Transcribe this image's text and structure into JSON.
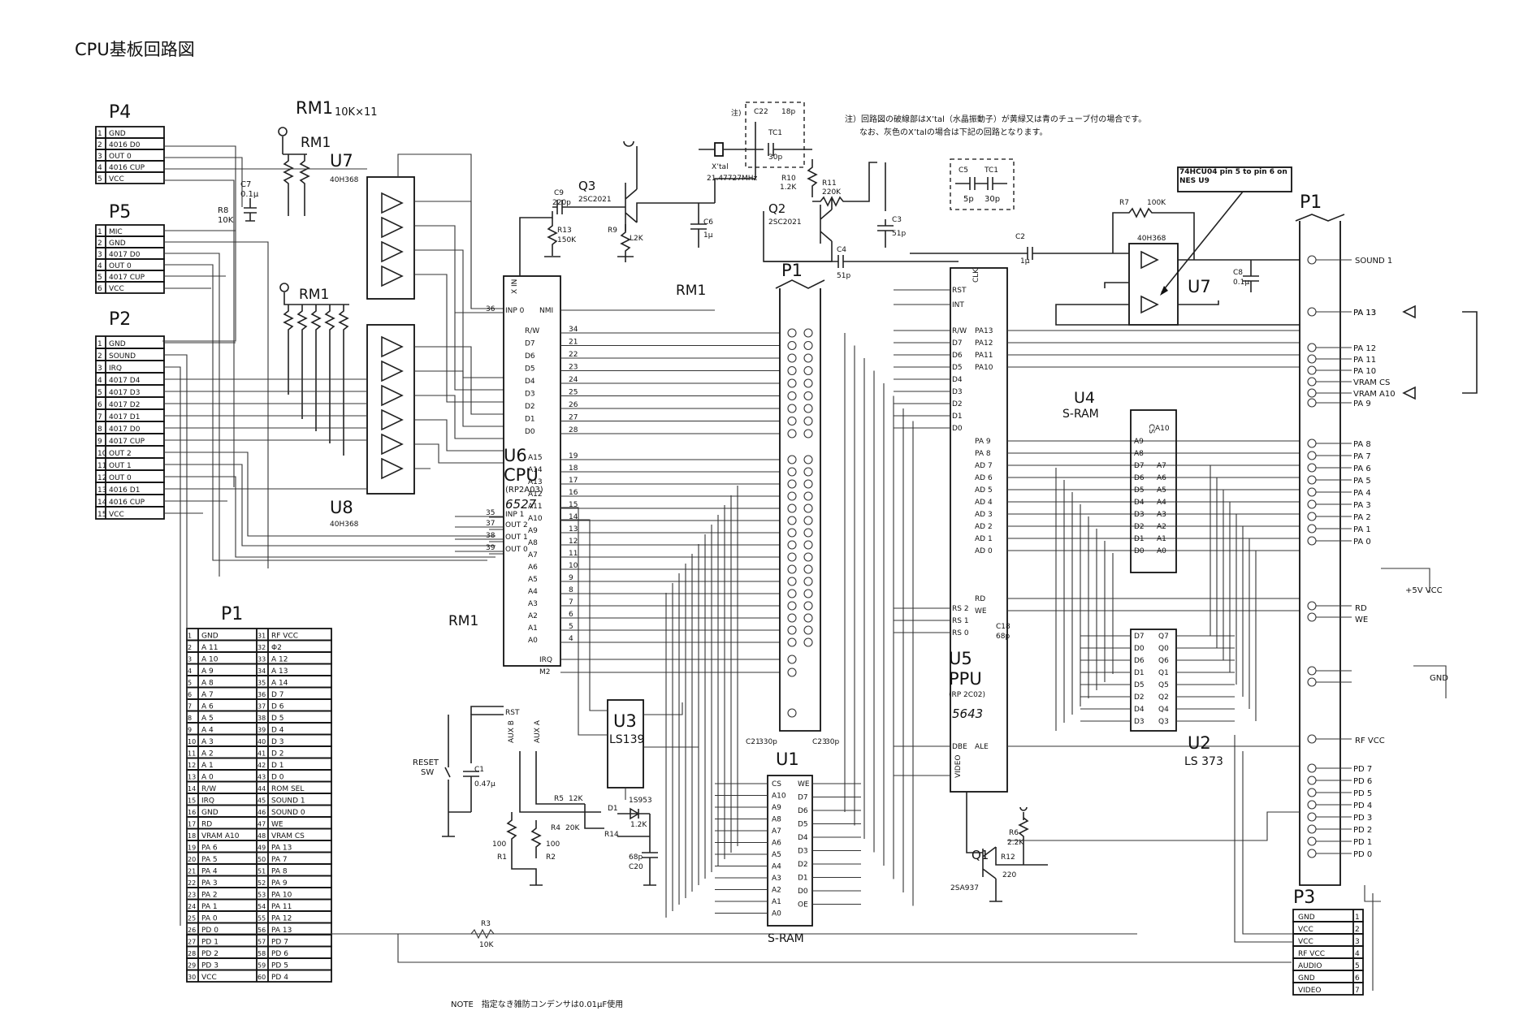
{
  "title": "CPU基板回路図",
  "notes": {
    "note1": "注）回路図の破線部はX’tal（水晶振動子）が黄緑又は青のチューブ付の場合です。",
    "note2": "なお、灰色のX’talの場合は下記の回路となります。",
    "bottom": "NOTE　指定なき雑防コンデンサは0.01μF使用",
    "mod": "74HCU04 pin 5 to pin 6 on NES U9"
  },
  "connectors": {
    "P4": {
      "name": "P4",
      "pins": [
        "GND",
        "4016 D0",
        "OUT 0",
        "4016 CUP",
        "VCC"
      ]
    },
    "P5": {
      "name": "P5",
      "pins": [
        "MIC",
        "GND",
        "4017 D0",
        "OUT 0",
        "4017 CUP",
        "VCC"
      ]
    },
    "P2": {
      "name": "P2",
      "pins": [
        "GND",
        "SOUND",
        "IRQ",
        "4017 D4",
        "4017 D3",
        "4017 D2",
        "4017 D1",
        "4017 D0",
        "4017 CUP",
        "OUT 2",
        "OUT 1",
        "OUT 0",
        "4016 D1",
        "4016 CUP",
        "VCC"
      ]
    },
    "P3": {
      "name": "P3",
      "pins": [
        "GND",
        "VCC",
        "VCC",
        "RF VCC",
        "AUDIO",
        "GND",
        "VIDEO"
      ]
    },
    "P1": {
      "name": "P1",
      "left": [
        "GND",
        "A 11",
        "A 10",
        "A 9",
        "A 8",
        "A 7",
        "A 6",
        "A 5",
        "A 4",
        "A 3",
        "A 2",
        "A 1",
        "A 0",
        "R/W",
        "IRQ",
        "GND",
        "RD",
        "VRAM A10",
        "PA 6",
        "PA 5",
        "PA 4",
        "PA 3",
        "PA 2",
        "PA 1",
        "PA 0",
        "PD 0",
        "PD 1",
        "PD 2",
        "PD 3",
        "VCC"
      ],
      "right": [
        "RF VCC",
        "Φ2",
        "A 12",
        "A 13",
        "A 14",
        "D 7",
        "D 6",
        "D 5",
        "D 4",
        "D 3",
        "D 2",
        "D 1",
        "D 0",
        "ROM SEL",
        "SOUND 1",
        "SOUND 0",
        "WE",
        "VRAM CS",
        "PA 13",
        "PA 7",
        "PA 8",
        "PA 9",
        "PA 10",
        "PA 11",
        "PA 12",
        "PA 13",
        "PD 7",
        "PD 6",
        "PD 5",
        "PD 4"
      ]
    }
  },
  "chips": {
    "U6": {
      "ref": "U6",
      "name": "CPU",
      "part": "(RP2A03)",
      "hand": "6527"
    },
    "U5": {
      "ref": "U5",
      "name": "PPU",
      "part": "(RP 2C02)",
      "hand": "5643"
    },
    "U7": {
      "ref": "U7",
      "part": "40H368"
    },
    "U8": {
      "ref": "U8",
      "part": "40H368"
    },
    "U7b": {
      "ref": "U7",
      "part": "40H368"
    },
    "U3": {
      "ref": "U3",
      "part": "LS139"
    },
    "U1": {
      "ref": "U1",
      "part": "S-RAM"
    },
    "U4": {
      "ref": "U4",
      "part": "S-RAM"
    },
    "U2": {
      "ref": "U2",
      "part": "LS 373"
    }
  },
  "parts": {
    "rm1_title": "RM1",
    "rm1_value": "10K×11",
    "rm1": "RM1",
    "c7": "C7",
    "c7v": "0.1μ",
    "r8": "R8",
    "r8v": "10K",
    "q3": "Q3",
    "q3v": "2SC2021",
    "q2": "Q2",
    "q2v": "2SC2021",
    "q1": "Q1",
    "q1v": "2SA937",
    "c9": "C9",
    "c9v": "220p",
    "r13": "R13",
    "r13v": "150K",
    "r9": "R9",
    "r9v": "L2K",
    "xtal": "X’tal",
    "xtalv": "21.47727MHz",
    "c22": "C22",
    "c22v": "18p",
    "tc1": "TC1",
    "tc1v": "30p",
    "r10": "R10",
    "r10v": "1.2K",
    "r11": "R11",
    "r11v": "220K",
    "c5": "C5",
    "c5v": "5p",
    "c3": "C3",
    "c3v": "51p",
    "c6": "C6",
    "c6v": "1μ",
    "c4": "C4",
    "c4v": "51p",
    "c2": "C2",
    "c2v": "1μ",
    "r7": "R7",
    "r7v": "100K",
    "c8": "C8",
    "c8v": "0.1μ",
    "c1": "C1",
    "c1v": "0.47μ",
    "reset": "RESET",
    "sw": "SW",
    "r5": "R5",
    "r5v": "12K",
    "r4": "R4",
    "r4v": "20K",
    "r1": "R1",
    "r1v": "100",
    "r2": "R2",
    "r2v": "100",
    "d1": "D1",
    "d1v": "1S953",
    "r14": "R14",
    "r14v": "1.2K",
    "c20": "C20",
    "c20v": "68p",
    "c21": "C21",
    "c21v": "330p",
    "c23": "C23",
    "c23v": "30p",
    "r3": "R3",
    "r3v": "10K",
    "c18": "C18",
    "c18v": "68p",
    "r6": "R6",
    "r6v": "2.2K",
    "r12": "R12",
    "r12v": "220"
  },
  "p1_signals": {
    "sound": "SOUND 1",
    "pa13a": "PA 13",
    "right": [
      "PA 13",
      "PA 12",
      "PA 11",
      "PA 10",
      "VRAM CS",
      "VRAM A10",
      "PA 9",
      "PA 8",
      "PA 7",
      "PA 6",
      "PA 5",
      "PA 4",
      "PA 3",
      "PA 2",
      "PA 1",
      "PA 0"
    ],
    "rd": "RD",
    "we": "WE",
    "vcc": "+5V VCC",
    "gnd": "GND",
    "rfvcc": "RF VCC",
    "pd": [
      "PD 7",
      "PD 6",
      "PD 5",
      "PD 4",
      "PD 3",
      "PD 2",
      "PD 1",
      "PD 0"
    ]
  },
  "cpu_pins": {
    "left": [
      "INP 0",
      "INP 1",
      "OUT 2",
      "OUT 1",
      "OUT 0"
    ],
    "data": [
      "R/W",
      "D7",
      "D6",
      "D5",
      "D4",
      "D3",
      "D2",
      "D1",
      "D0"
    ],
    "addr": [
      "A15",
      "A14",
      "A13",
      "A12",
      "A11",
      "A10",
      "A9",
      "A8",
      "A7",
      "A6",
      "A5",
      "A4",
      "A3",
      "A2",
      "A1",
      "A0"
    ],
    "misc": [
      "NMI",
      "IRQ",
      "M2",
      "RST",
      "AUX B",
      "AUX A",
      "X IN"
    ]
  },
  "ppu_pins": {
    "left": [
      "RST",
      "INT",
      "R/W",
      "D7",
      "D6",
      "D5",
      "D4",
      "D3",
      "D2",
      "D1",
      "D0",
      "RS 2",
      "RS 1",
      "RS 0",
      "DBE",
      "VIDEO"
    ],
    "right": [
      "PA13",
      "PA12",
      "PA11",
      "PA10",
      "PA 9",
      "PA 8",
      "AD 7",
      "AD 6",
      "AD 5",
      "AD 4",
      "AD 3",
      "AD 2",
      "AD 1",
      "AD 0",
      "RD",
      "WE",
      "ALE"
    ],
    "clk": "CLK"
  }
}
